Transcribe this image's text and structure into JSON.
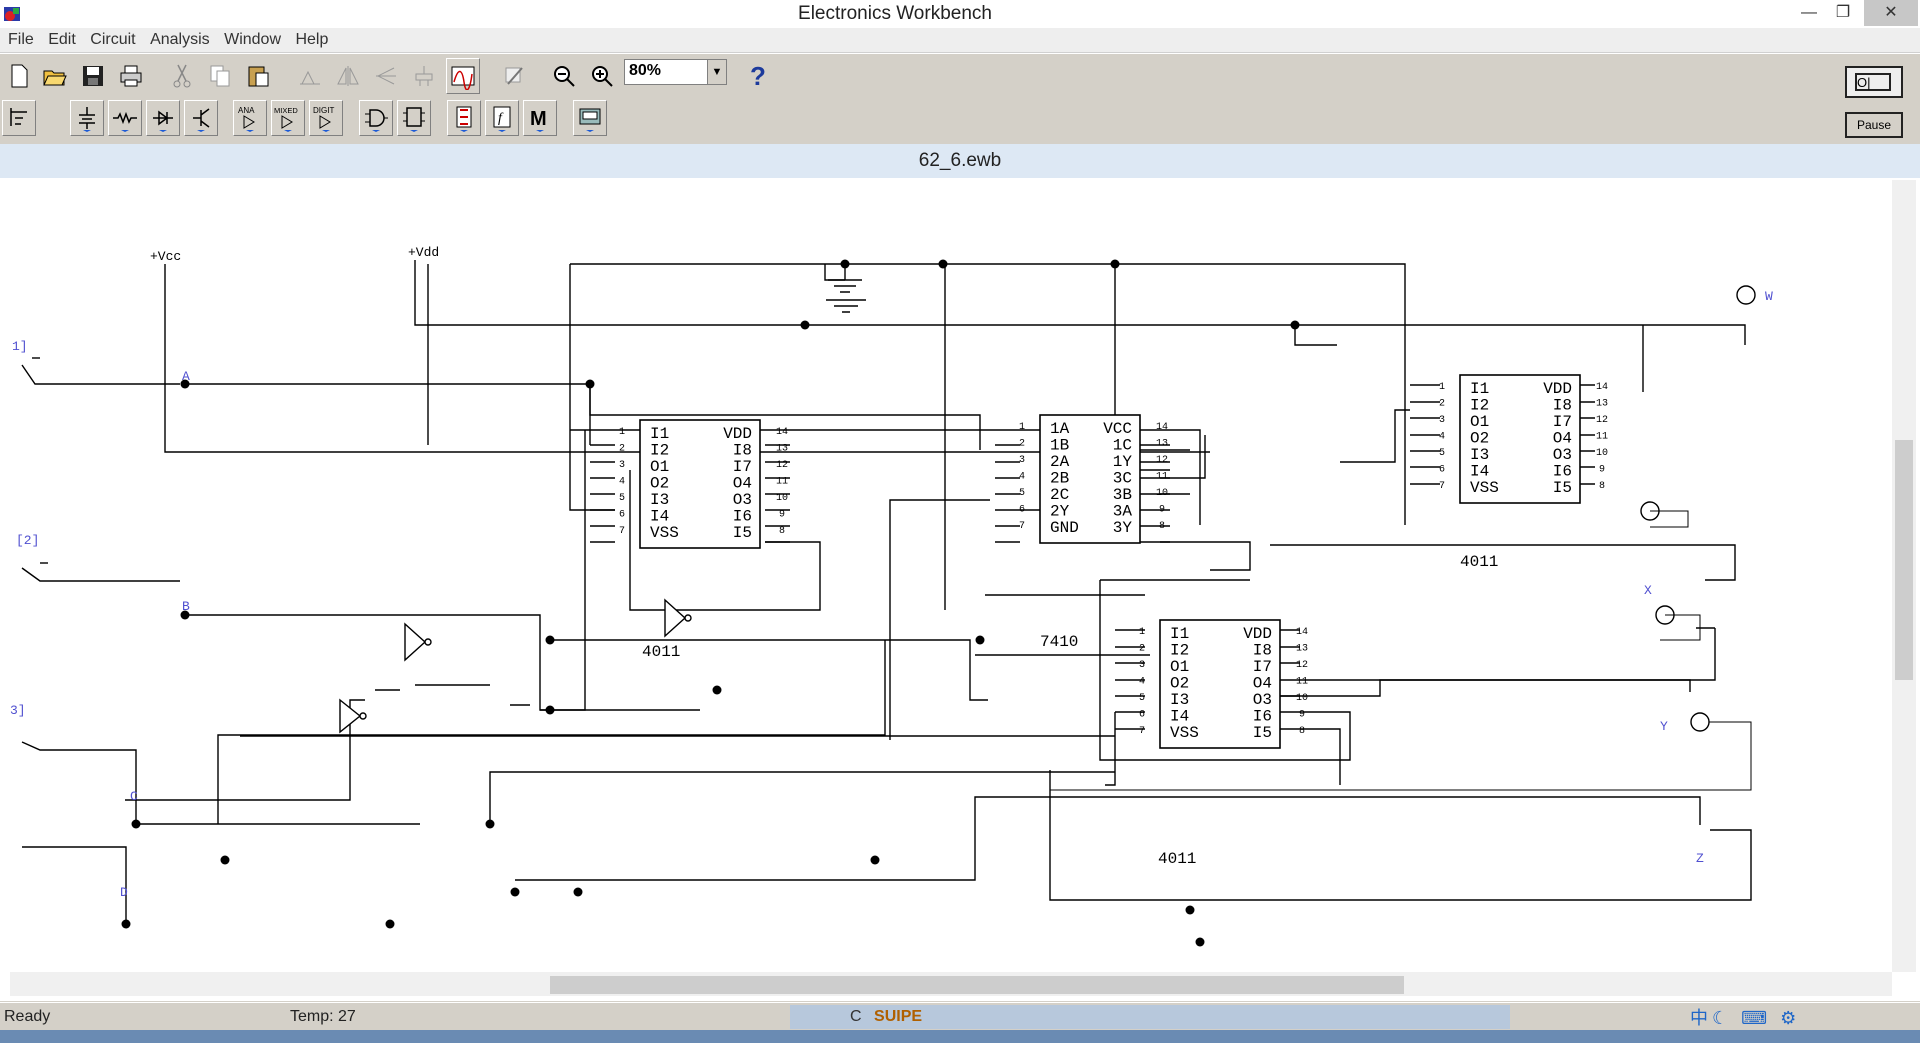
{
  "app": {
    "title": "Electronics Workbench"
  },
  "window_controls": {
    "minimize": "—",
    "restore": "❐",
    "close": "✕"
  },
  "menu": [
    "File",
    "Edit",
    "Circuit",
    "Analysis",
    "Window",
    "Help"
  ],
  "toolbar": {
    "zoom_value": "80%",
    "help": "?",
    "parts": {
      "analog": "ANA",
      "mixed": "MIXED",
      "digital": "DIGIT",
      "misc": "M"
    },
    "power_switch": "O|",
    "pause_label": "Pause"
  },
  "document": {
    "title": "62_6.ewb"
  },
  "circuit": {
    "supplies": {
      "vcc": "+Vcc",
      "vdd": "+Vdd"
    },
    "switch_labels": [
      "1]",
      "[2]",
      "3]"
    ],
    "node_labels": {
      "a": "A",
      "b": "B",
      "c": "C",
      "d": "D"
    },
    "outputs": [
      "W",
      "X",
      "Y",
      "Z"
    ],
    "chip_4011": {
      "name": "4011",
      "left": [
        "I1",
        "I2",
        "O1",
        "O2",
        "I3",
        "I4",
        "VSS"
      ],
      "right": [
        "VDD",
        "I8",
        "I7",
        "O4",
        "O3",
        "I6",
        "I5"
      ]
    },
    "chip_7410": {
      "name": "7410",
      "left": [
        "1A",
        "1B",
        "2A",
        "2B",
        "2C",
        "2Y",
        "GND"
      ],
      "right": [
        "VCC",
        "1C",
        "1Y",
        "3C",
        "3B",
        "3A",
        "3Y"
      ]
    },
    "pins_left": [
      "1",
      "2",
      "3",
      "4",
      "5",
      "6",
      "7"
    ],
    "pins_right": [
      "14",
      "13",
      "12",
      "11",
      "10",
      "9",
      "8"
    ]
  },
  "status": {
    "ready": "Ready",
    "temp": "Temp:  27"
  },
  "tray": {
    "ime": "中",
    "taskbar_item": "C",
    "taskbar_app": "SUIPE"
  }
}
